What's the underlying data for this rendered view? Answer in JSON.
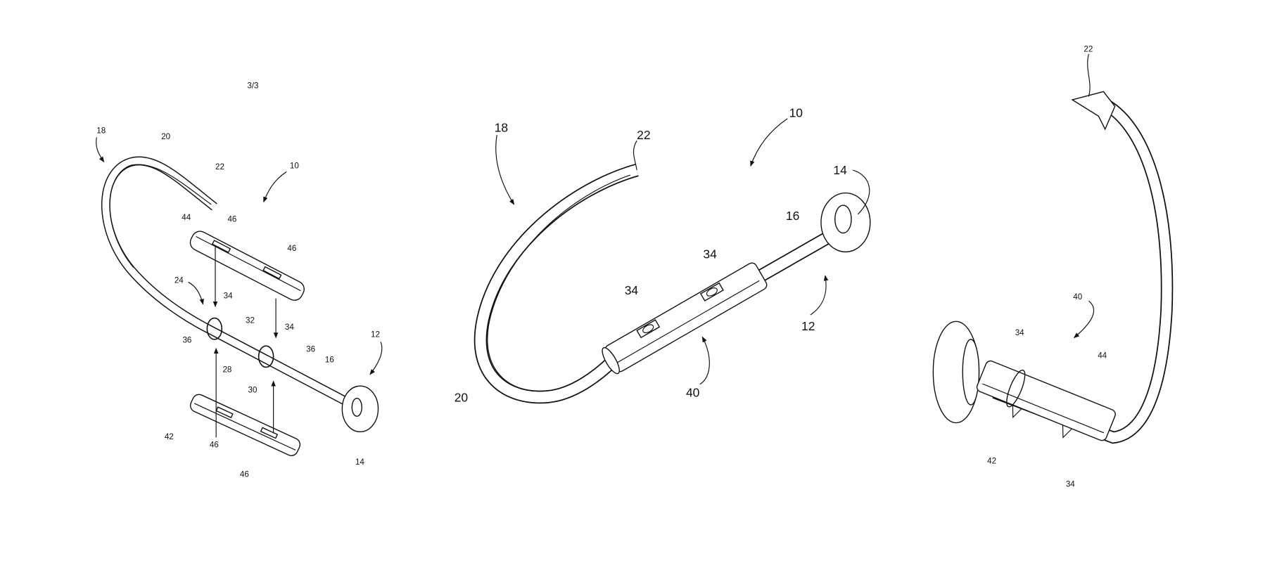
{
  "sheet_number": "3/3",
  "figures": [
    {
      "labels": [
        "18",
        "20",
        "22",
        "10",
        "44",
        "46",
        "46",
        "24",
        "34",
        "32",
        "34",
        "36",
        "36",
        "28",
        "16",
        "12",
        "30",
        "42",
        "46",
        "46",
        "14"
      ]
    },
    {
      "labels": [
        "18",
        "22",
        "10",
        "14",
        "16",
        "34",
        "34",
        "12",
        "40",
        "20"
      ]
    },
    {
      "labels": [
        "22",
        "40",
        "34",
        "44",
        "42",
        "34"
      ]
    }
  ]
}
